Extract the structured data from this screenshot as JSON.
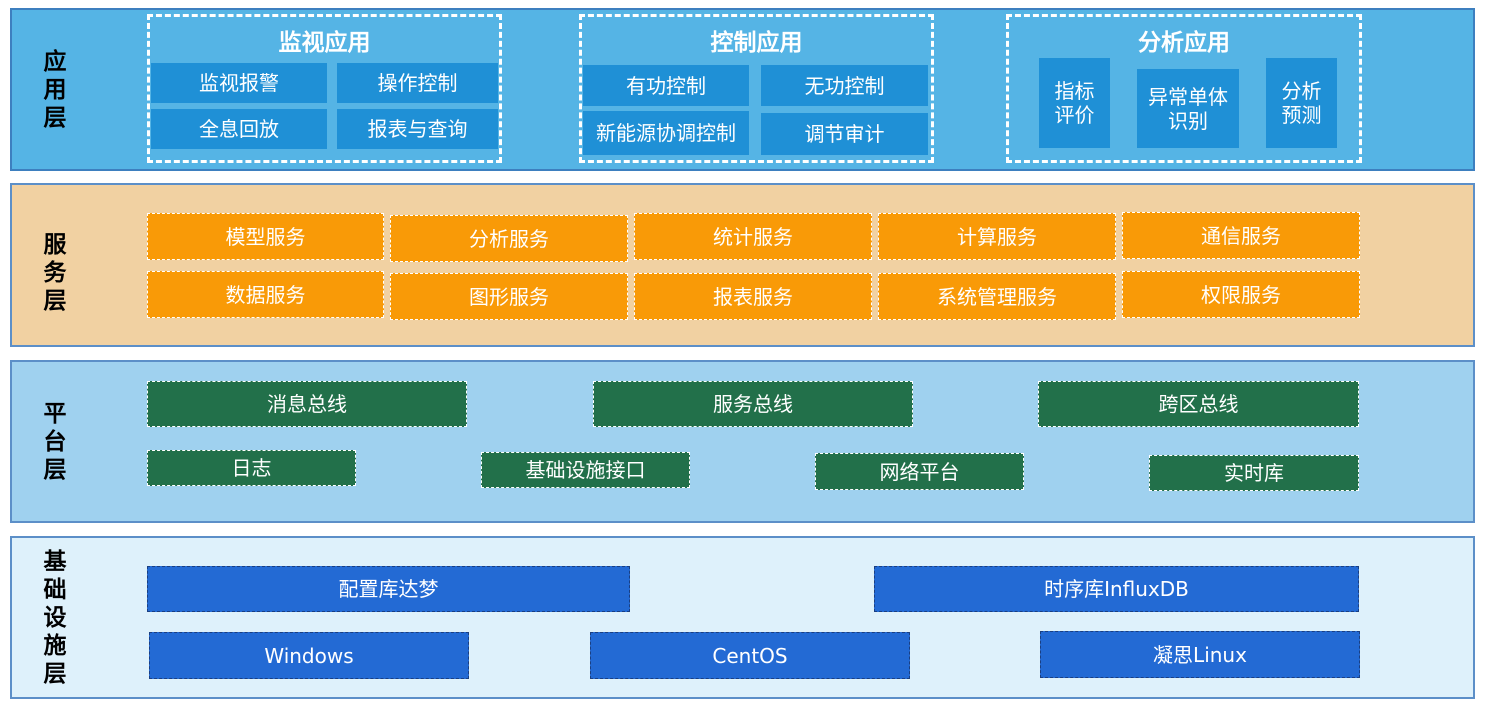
{
  "application_layer": {
    "label": "应用层",
    "groups": [
      {
        "title": "监视应用",
        "items": [
          "监视报警",
          "操作控制",
          "全息回放",
          "报表与查询"
        ]
      },
      {
        "title": "控制应用",
        "items": [
          "有功控制",
          "无功控制",
          "新能源协调控制",
          "调节审计"
        ]
      },
      {
        "title": "分析应用",
        "items": [
          "指标评价",
          "异常单体识别",
          "分析预测"
        ]
      }
    ]
  },
  "service_layer": {
    "label": "服务层",
    "items": [
      "模型服务",
      "分析服务",
      "统计服务",
      "计算服务",
      "通信服务",
      "数据服务",
      "图形服务",
      "报表服务",
      "系统管理服务",
      "权限服务"
    ]
  },
  "platform_layer": {
    "label": "平台层",
    "items": [
      "消息总线",
      "服务总线",
      "跨区总线",
      "日志",
      "基础设施接口",
      "网络平台",
      "实时库"
    ]
  },
  "infrastructure_layer": {
    "label": "基础设施层",
    "items": [
      "配置库达梦",
      "时序库InfluxDB",
      "Windows",
      "CentOS",
      "凝思Linux"
    ]
  },
  "colors": {
    "application_bg": "#55b4e5",
    "application_box": "#1f90d6",
    "service_bg": "#f1d1a2",
    "service_box": "#f99a07",
    "platform_bg": "#9fd1ef",
    "platform_box": "#22704a",
    "infrastructure_bg": "#def1fb",
    "infrastructure_box": "#236ad4"
  }
}
